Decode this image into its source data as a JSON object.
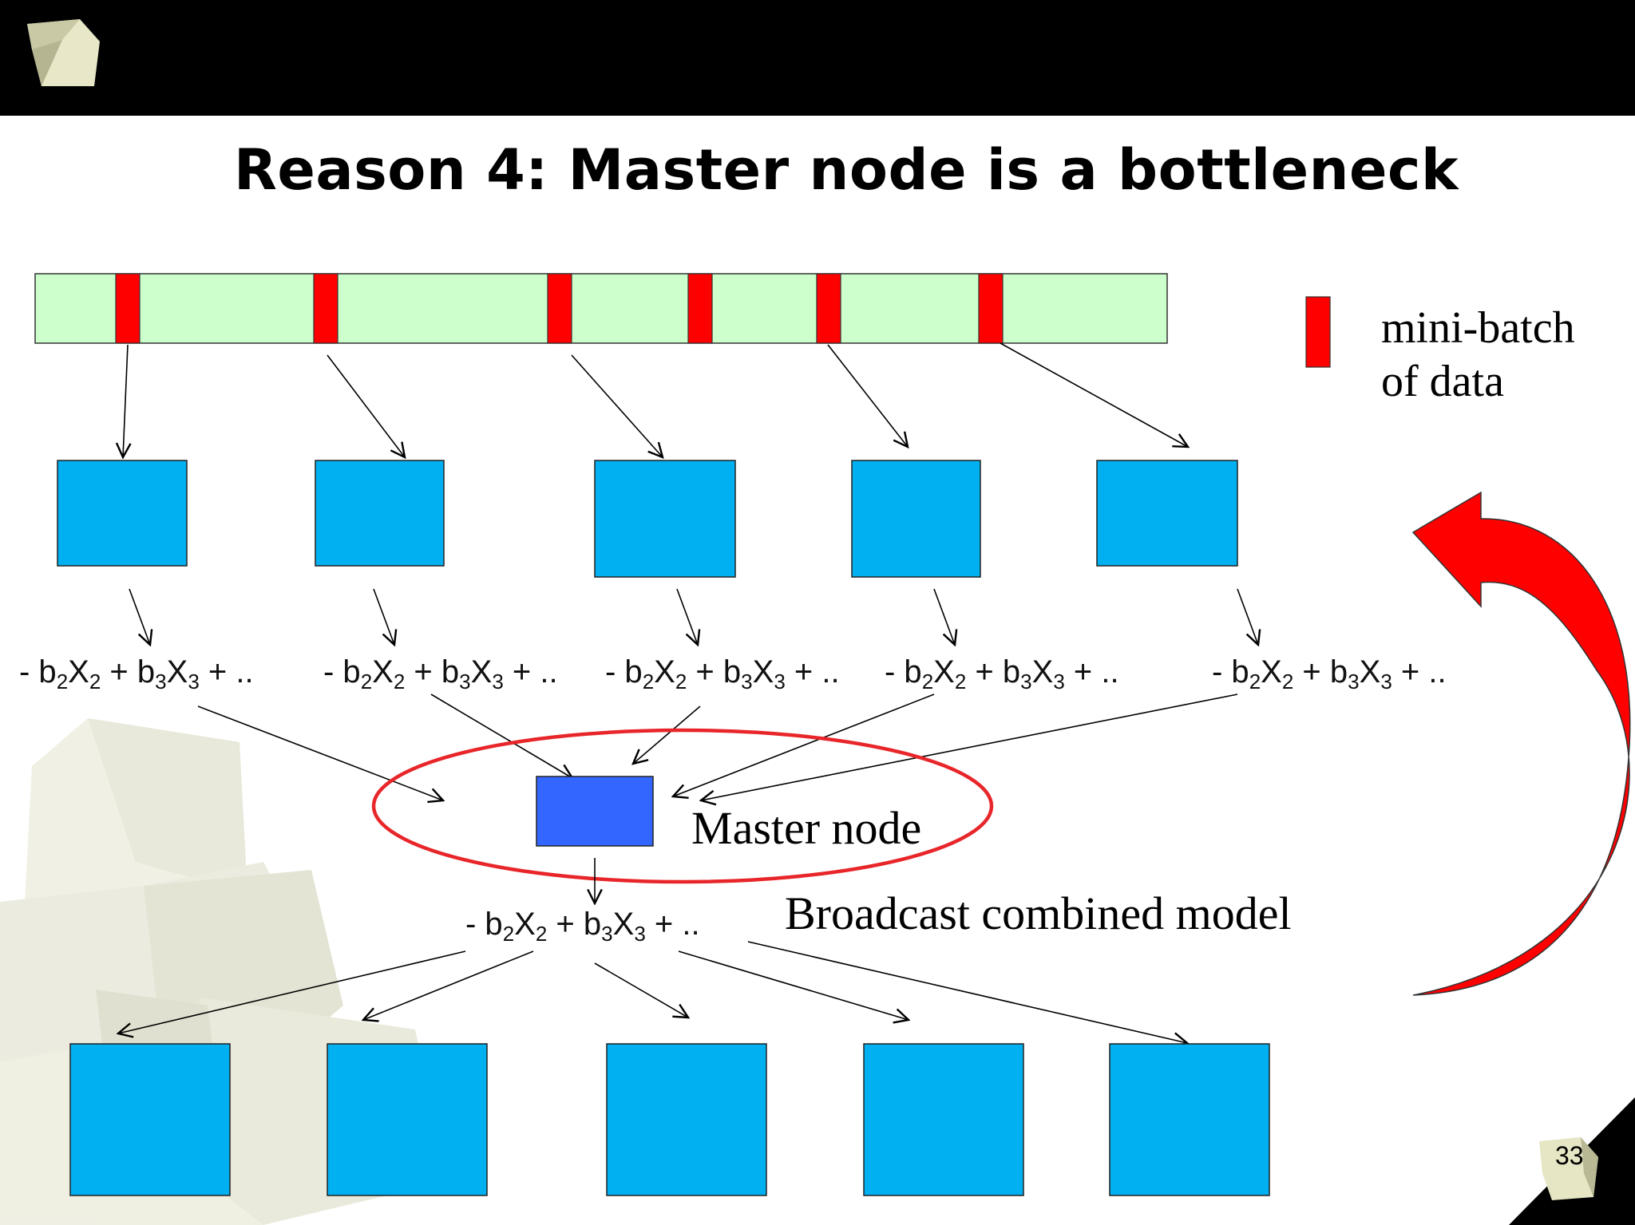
{
  "slide": {
    "title": "Reason 4: Master node is a bottleneck",
    "slide_number": "33"
  },
  "legend": {
    "line1": "mini-batch",
    "line2": "of data"
  },
  "worker_formula": {
    "p1": "- b",
    "s1": "2",
    "p2": "X",
    "s2": "2",
    "p3": " + b",
    "s3": "3",
    "p4": "X",
    "s4": "3",
    "p5": " + .."
  },
  "master": {
    "label": "Master node"
  },
  "broadcast": {
    "label": "Broadcast combined model"
  },
  "colors": {
    "data_bar": "#ccffcc",
    "mini_batch": "#ff0000",
    "worker": "#00b0f0",
    "master_node": "#3366ff",
    "highlight_ellipse": "#e8262a",
    "cycle_arrow": "#ff0000",
    "top_bar": "#000000"
  }
}
